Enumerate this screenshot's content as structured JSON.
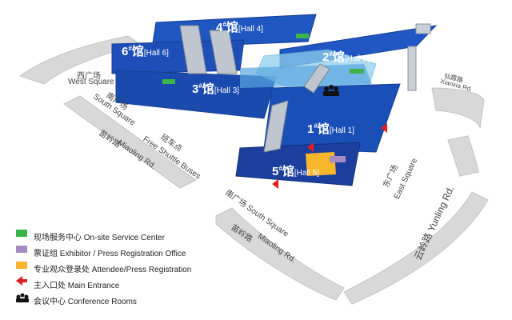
{
  "halls": {
    "hall4": {
      "num": "4",
      "sup": "#",
      "cn": "馆",
      "en": "[Hall 4]"
    },
    "hall6": {
      "num": "6",
      "sup": "#",
      "cn": "馆",
      "en": "[Hall 6]"
    },
    "hall3": {
      "num": "3",
      "sup": "#",
      "cn": "馆",
      "en": "[Hall 3]"
    },
    "hall2": {
      "num": "2",
      "sup": "#",
      "cn": "馆",
      "en": "[Hall 2]"
    },
    "hall1": {
      "num": "1",
      "sup": "#",
      "cn": "馆",
      "en": "[Hall 1]"
    },
    "hall5": {
      "num": "5",
      "sup": "#",
      "cn": "馆",
      "en": "[Hall 5]"
    }
  },
  "roads": {
    "west_square_cn": "西广场",
    "west_square_en": "West Square",
    "south_square_cn": "南广场",
    "south_square_en": "South Square",
    "miaoling_cn": "苗岭路",
    "miaoling_en": "Miaoling Rd.",
    "shuttle_cn": "班车点",
    "shuttle_en": "Free Shuttle Buses",
    "south_square2": "南广场 South Square",
    "miaoling2_cn": "苗岭路",
    "miaoling2_en": "Miaoling Rd.",
    "east_square_cn": "东广场",
    "east_square_en": "East Square",
    "yunling": "云岭路 Yunling Rd.",
    "xianxia_cn": "仙霞路",
    "xianxia_en": "Xianxia Rd."
  },
  "legend": [
    {
      "label": "现场服务中心 On-site Service Center",
      "color": "#3cb44a",
      "icon": "green-square-icon"
    },
    {
      "label": "票证组 Exhibitor / Press Registration Office",
      "color": "#a58bc4",
      "icon": "purple-square-icon"
    },
    {
      "label": "专业观众登录处 Attendee/Press Registration",
      "color": "#f7b62b",
      "icon": "yellow-square-icon"
    },
    {
      "label": "主入口处 Main Entrance",
      "color": "#e02020",
      "icon": "red-arrow-icon"
    },
    {
      "label": "会议中心 Conference Rooms",
      "color": "#111111",
      "icon": "conference-people-icon"
    }
  ]
}
